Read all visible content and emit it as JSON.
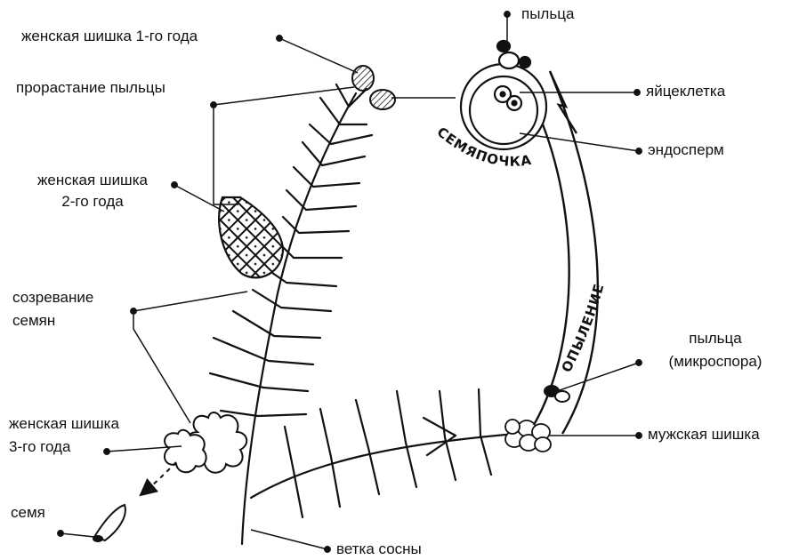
{
  "labels": {
    "female_cone_year1": "женская шишка 1-го года",
    "pollen_germination": "прорастание пыльцы",
    "female_cone_year2_l1": "женская шишка",
    "female_cone_year2_l2": "2-го года",
    "seed_ripening_l1": "созревание",
    "seed_ripening_l2": "семян",
    "female_cone_year3_l1": "женская шишка",
    "female_cone_year3_l2": "3-го года",
    "seed": "семя",
    "pine_branch": "ветка сосны",
    "pollen": "пыльца",
    "egg_cell": "яйцеклетка",
    "endosperm": "эндосперм",
    "pollen_microspore_l1": "пыльца",
    "pollen_microspore_l2": "(микроспора)",
    "male_cone": "мужская шишка",
    "ovule": "СЕМЯПОЧКА",
    "pollination": "ОПЫЛЕНИЕ"
  },
  "colors": {
    "ink": "#111111",
    "background": "#ffffff"
  }
}
